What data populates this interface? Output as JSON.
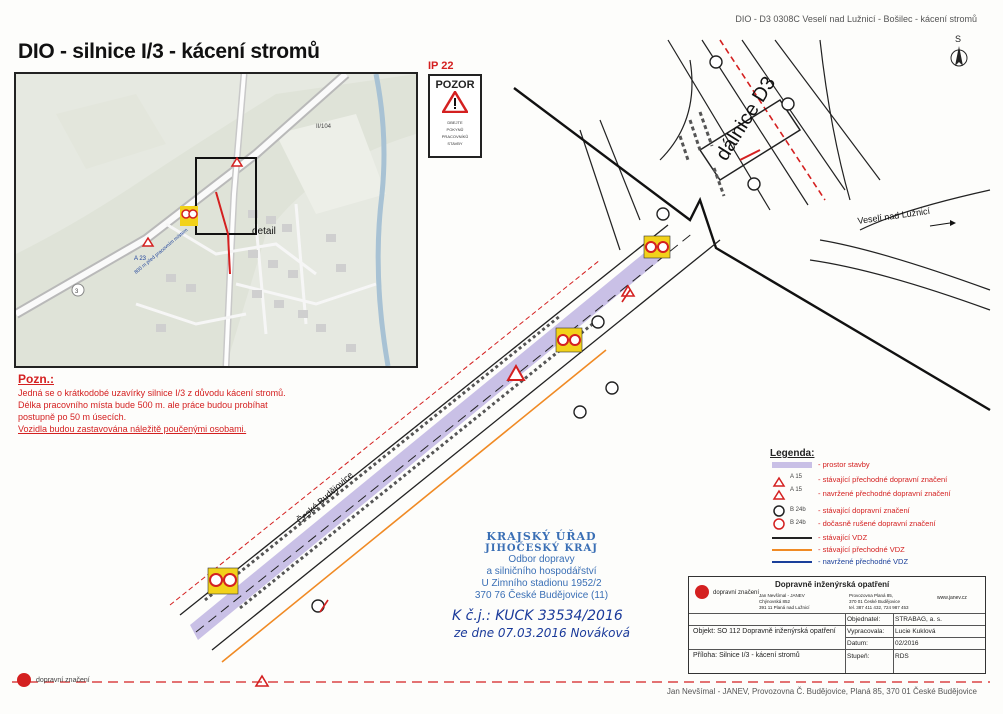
{
  "header_ref": "DIO - D3 0308C Veselí nad Lužnicí - Bošilec - kácení stromů",
  "title": "DIO - silnice I/3 - kácení stromů",
  "inset_map": {
    "label_detail": "detail",
    "label_d104": "II/104",
    "label_road3": "3",
    "label_a23": "A 23",
    "label_dist": "800 m před pracovním místem"
  },
  "sign": {
    "code": "IP 22",
    "heading": "POZOR",
    "text_lines": [
      "DBEJTE",
      "POKYNŮ",
      "PRACOVNÍKŮ",
      "STAVBY"
    ]
  },
  "note": {
    "title": "Pozn.:",
    "line1": "Jedná se o krátkodobé uzavírky silnice I/3 z důvodu kácení stromů.",
    "line2": "Délka pracovního místa bude 500 m. ale práce budou probíhat",
    "line3": "postupně po 50 m úsecích.",
    "line4": "Vozidla budou zastavována náležitě poučenými osobami."
  },
  "labels": {
    "dalnice": "dálnice D3",
    "veseli": "Veselí nad Lužnicí",
    "ceske": "České Budějovice",
    "north": "S"
  },
  "legend": {
    "title": "Legenda:",
    "items": [
      {
        "text": "- prostor stavby",
        "color": "#d42020"
      },
      {
        "text": "- stávající přechodné dopravní značení",
        "color": "#d42020",
        "code": "A 15"
      },
      {
        "text": "- navržené přechodné dopravní značení",
        "color": "#d42020",
        "code": "A 15"
      },
      {
        "text": "- stávající dopravní značení",
        "color": "#d42020",
        "code": "B 24b"
      },
      {
        "text": "- dočasně rušené dopravní značení",
        "color": "#d42020",
        "code": "B 24b"
      },
      {
        "text": "- stávající VDZ",
        "color": "#d42020"
      },
      {
        "text": "- stávající přechodné VDZ",
        "color": "#d42020"
      },
      {
        "text": "- navržené přechodné VDZ",
        "color": "#1a3f9a"
      }
    ]
  },
  "stamp": {
    "line1": "KRAJSKÝ ÚŘAD",
    "line2": "JIHOČESKÝ KRAJ",
    "line3": "Odbor dopravy",
    "line4": "a silničního hospodářství",
    "line5": "U Zimního stadionu 1952/2",
    "line6": "370 76  České Budějovice  (11)"
  },
  "handwritten": {
    "ref": "K č.j.: KUCK 33534/2016",
    "date": "ze dne 07.03.2016 Nováková"
  },
  "title_block": {
    "heading": "Dopravně inženýrská opatření",
    "company": "dopravní značení",
    "addr1": "Jan Nevšímal - JANEV",
    "addr2": "Chýnovská 852",
    "addr3": "391 11 Planá nad Lužnicí",
    "addr4": "Provozovna Planá 85,",
    "addr5": "370 01 České Budějovice",
    "addr6": "tel. 387 411 432, 724 987 453",
    "web": "www.janev.cz",
    "objednatel_label": "Objednatel:",
    "objednatel": "STRABAG, a. s.",
    "objekt": "Objekt: SO 112 Dopravně inženýrská opatření",
    "vypracovala_label": "Vypracovala:",
    "vypracovala": "Lucie Kuklová",
    "datum_label": "Datum:",
    "datum": "02/2016",
    "priloha": "Příloha: Silnice I/3 - kácení stromů",
    "stupen_label": "Stupeň:",
    "stupen": "RDS"
  },
  "footer": "Jan Nevšímal - JANEV, Provozovna Č. Budějovice, Planá 85, 370 01 České Budějovice",
  "bottom_logo_text": "dopravní značení",
  "colors": {
    "red": "#d42020",
    "orange": "#f08a24",
    "blue": "#1a3f9a",
    "work_zone": "#c9c0e6",
    "sign_yellow": "#f2d21a"
  }
}
